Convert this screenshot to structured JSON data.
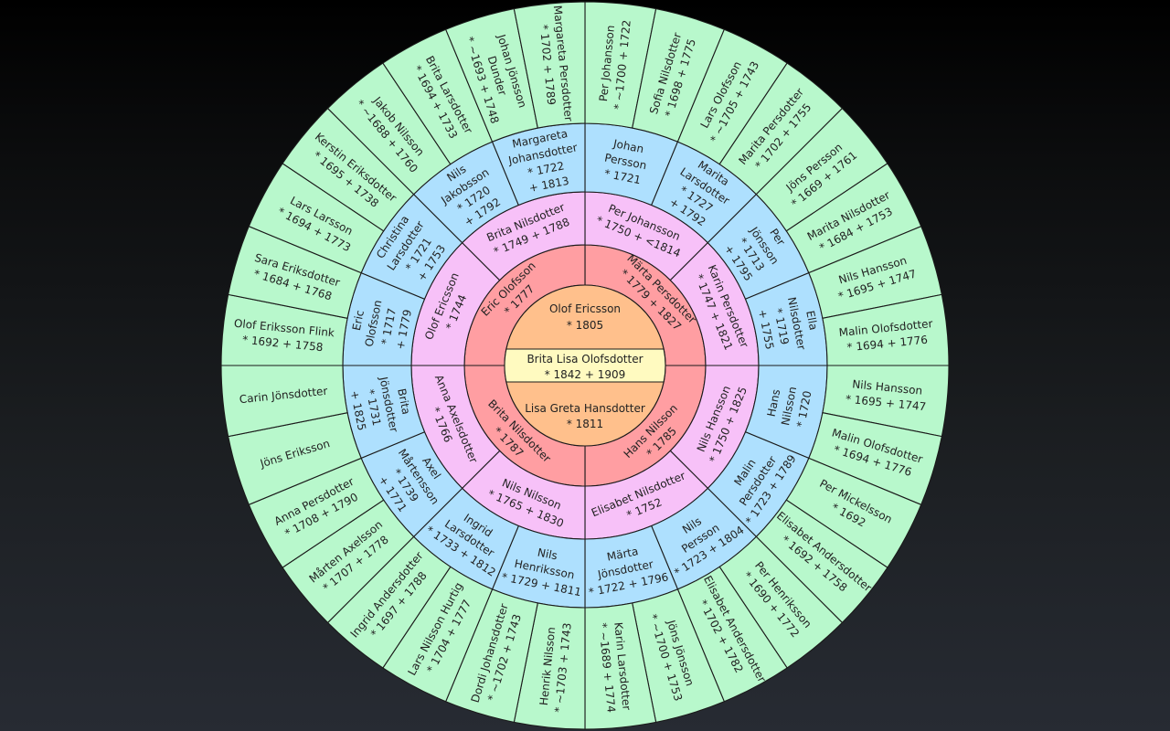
{
  "app": {
    "title": "Fan chart"
  },
  "colors": {
    "root": "#fffac0",
    "parents": "#ffc08c",
    "gen2": "#ff9ea2",
    "gen3": "#f7c1f8",
    "gen4": "#aee0fe",
    "gen5": "#b8f8cc",
    "line": "#1a1a1a"
  },
  "chart_data": {
    "type": "fan-chart",
    "root": {
      "name": "Brita Lisa Olofsdotter",
      "dates": "* 1842 + 1909"
    },
    "father": {
      "name": "Olof Ericsson",
      "dates": "* 1805"
    },
    "mother": {
      "name": "Lisa Greta Hansdotter",
      "dates": "* 1811"
    },
    "generations": [
      {
        "level": 2,
        "people": [
          {
            "name": "Märta Persdotter",
            "dates": "* 1779 + 1827"
          },
          {
            "name": "Hans Nilsson",
            "dates": "* 1785"
          },
          {
            "name": "Brita Nilsdotter",
            "dates": "* 1787"
          },
          {
            "name": "Eric Olofsson",
            "dates": "* 1777"
          }
        ]
      },
      {
        "level": 3,
        "people": [
          {
            "name": "Per Johansson",
            "dates": "* 1750 + <1814"
          },
          {
            "name": "Karin Persdotter",
            "dates": "* 1747 + 1821"
          },
          {
            "name": "Nils Hansson",
            "dates": "* 1750 + 1825"
          },
          {
            "name": "Elisabet Nilsdotter",
            "dates": "* 1752"
          },
          {
            "name": "Nils Nilsson",
            "dates": "* 1765 + 1830"
          },
          {
            "name": "Anna Axelsdotter",
            "dates": "* 1766"
          },
          {
            "name": "Olof Ericsson",
            "dates": "* 1744"
          },
          {
            "name": "Brita Nilsdotter",
            "dates": "* 1749 + 1788"
          }
        ]
      },
      {
        "level": 4,
        "people": [
          {
            "name": "Johan Persson",
            "dates": "* 1721"
          },
          {
            "name": "Marita Larsdotter",
            "dates": "* 1727 + 1792"
          },
          {
            "name": "Per Jönsson",
            "dates": "* 1713 + 1795"
          },
          {
            "name": "Ella Nilsdotter",
            "dates": "* 1719 + 1755"
          },
          {
            "name": "Hans Nilsson",
            "dates": "* 1720"
          },
          {
            "name": "Malin Persdotter",
            "dates": "* 1723 + 1789"
          },
          {
            "name": "Nils Persson",
            "dates": "* 1723 + 1804"
          },
          {
            "name": "Märta Jönsdotter",
            "dates": "* 1722 + 1796"
          },
          {
            "name": "Nils Henriksson",
            "dates": "* 1729 + 1811"
          },
          {
            "name": "Ingrid Larsdotter",
            "dates": "* 1733 + 1812"
          },
          {
            "name": "Axel Mårtensson",
            "dates": "* 1739 + 1771"
          },
          {
            "name": "Brita Jönsdotter",
            "dates": "* 1731 + 1825"
          },
          {
            "name": "Eric Olofsson",
            "dates": "* 1717 + 1779"
          },
          {
            "name": "Christina Larsdotter",
            "dates": "* 1721 + 1753"
          },
          {
            "name": "Nils Jakobsson",
            "dates": "* 1720 + 1792"
          },
          {
            "name": "Margareta Johansdotter",
            "dates": "* 1722 + 1813"
          }
        ]
      },
      {
        "level": 5,
        "people": [
          {
            "name": "Per Johansson",
            "dates": "* ~1700 + 1722"
          },
          {
            "name": "Sofia Nilsdotter",
            "dates": "* 1698 + 1775"
          },
          {
            "name": "Lars Olofsson",
            "dates": "* ~1705 + 1743"
          },
          {
            "name": "Marita Persdotter",
            "dates": "* 1702 + 1755"
          },
          {
            "name": "Jöns Persson",
            "dates": "* 1669 + 1761"
          },
          {
            "name": "Marita Nilsdotter",
            "dates": "* 1684 + 1753"
          },
          {
            "name": "Nils Hansson",
            "dates": "* 1695 + 1747"
          },
          {
            "name": "Malin Olofsdotter",
            "dates": "* 1694 + 1776"
          },
          {
            "name": "Nils Hansson",
            "dates": "* 1695 + 1747"
          },
          {
            "name": "Malin Olofsdotter",
            "dates": "* 1694 + 1776"
          },
          {
            "name": "Per Mickelsson",
            "dates": "* 1692"
          },
          {
            "name": "Elisabet Andersdotter",
            "dates": "* 1692 + 1758"
          },
          {
            "name": "Per Henriksson",
            "dates": "* 1690 + 1772"
          },
          {
            "name": "Elisabet Andersdotter",
            "dates": "* 1702 + 1782"
          },
          {
            "name": "Jöns Jönsson",
            "dates": "* ~1700 + 1753"
          },
          {
            "name": "Karin Larsdotter",
            "dates": "* ~1689 + 1774"
          },
          {
            "name": "Henrik Nilsson",
            "dates": "* ~1703 + 1743"
          },
          {
            "name": "Dordi Johansdotter",
            "dates": "* ~1702 + 1743"
          },
          {
            "name": "Lars Nilsson Hurtig",
            "dates": "* 1704 + 1777"
          },
          {
            "name": "Ingrid Andersdotter",
            "dates": "* 1697 + 1788"
          },
          {
            "name": "Mårten Axelsson",
            "dates": "* 1707 + 1778"
          },
          {
            "name": "Anna Persdotter",
            "dates": "* 1708 + 1790"
          },
          {
            "name": "Jöns Eriksson",
            "dates": ""
          },
          {
            "name": "Carin Jönsdotter",
            "dates": ""
          },
          {
            "name": "Olof Eriksson Flink",
            "dates": "* 1692 + 1758"
          },
          {
            "name": "Sara Eriksdotter",
            "dates": "* 1684 + 1768"
          },
          {
            "name": "Lars Larsson",
            "dates": "* 1694 + 1773"
          },
          {
            "name": "Kerstin Eriksdotter",
            "dates": "* 1695 + 1738"
          },
          {
            "name": "Jakob Nilsson",
            "dates": "* ~1688 + 1760"
          },
          {
            "name": "Brita Larsdotter",
            "dates": "* 1694 + 1733"
          },
          {
            "name": "Johan Jönsson Dunder",
            "dates": "* ~1693 + 1748"
          },
          {
            "name": "Margareta Persdotter",
            "dates": "* 1702 + 1789"
          }
        ]
      }
    ]
  }
}
